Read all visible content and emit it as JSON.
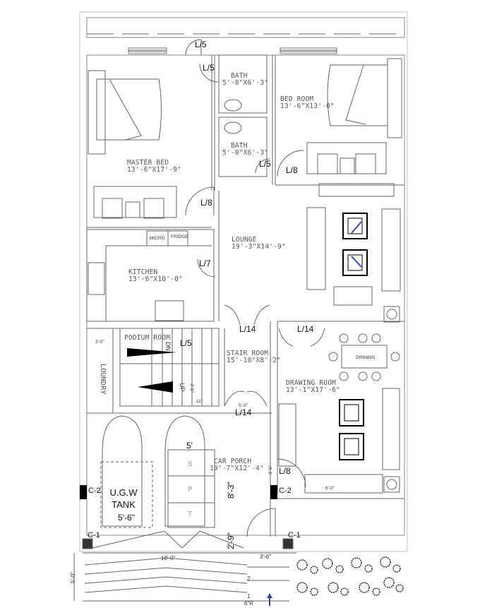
{
  "plan": {
    "rooms": [
      {
        "id": "master-bed",
        "name": "MASTER BED",
        "size": "13'-6\"X17'-9\""
      },
      {
        "id": "bath-1",
        "name": "BATH",
        "size": "5'-0\"X6'-3\""
      },
      {
        "id": "bath-2",
        "name": "BATH",
        "size": "5'-0\"X6'-3\""
      },
      {
        "id": "bed-room",
        "name": "BED ROOM",
        "size": "13'-6\"X13'-0\""
      },
      {
        "id": "kitchen",
        "name": "KITCHEN",
        "size": "13'-6\"X10'-0\""
      },
      {
        "id": "lounge",
        "name": "LOUNGE",
        "size": "19'-3\"X14'-9\""
      },
      {
        "id": "podium-room",
        "name": "PODIUM ROOM",
        "size": ""
      },
      {
        "id": "laundry",
        "name": "LOUNDRY",
        "size": ""
      },
      {
        "id": "stair-room",
        "name": "STAIR ROOM",
        "size": "15'-10\"X8'-2\""
      },
      {
        "id": "drawing-room",
        "name": "DRAWING ROOM",
        "size": "13'-1\"X17'-6\""
      },
      {
        "id": "car-porch",
        "name": "CAR PORCH",
        "size": "19'-7\"X12'-4\""
      }
    ],
    "doors": [
      "L/5",
      "L/5",
      "L/5",
      "L/8",
      "L/8",
      "L/8",
      "L/7",
      "L/14",
      "L/14",
      "L/14",
      "L/5"
    ],
    "fixtures": {
      "micro": "MICRO",
      "fridge": "FRIDGE",
      "dining": "DINNING",
      "stair_dn": "DN",
      "stair_up": "UP"
    },
    "tank": {
      "line1": "U.G.W",
      "line2": "TANK",
      "width": "5'-6\""
    },
    "columns": [
      "C-1",
      "C-1",
      "C-2",
      "C-2"
    ],
    "dimensions": {
      "car_width": "5'",
      "porch_depth": "8'-3\"",
      "gate_gap": "2'-9\"",
      "laundry_width": "3'-0\"",
      "stair_tread": "11\"",
      "stair_rise": "3'-6\"",
      "stair_door": "5'-0\"",
      "drawing_door": "3'-6\"",
      "sofa_len": "6'-0\"",
      "ramp_width": "16'-0\"",
      "step_width": "3'-6\"",
      "step_depth": "5'-0\"",
      "step_riser": "6\"R",
      "step_1": "1",
      "step_2": "2"
    },
    "car_marks": [
      "S",
      "P",
      "T"
    ]
  }
}
